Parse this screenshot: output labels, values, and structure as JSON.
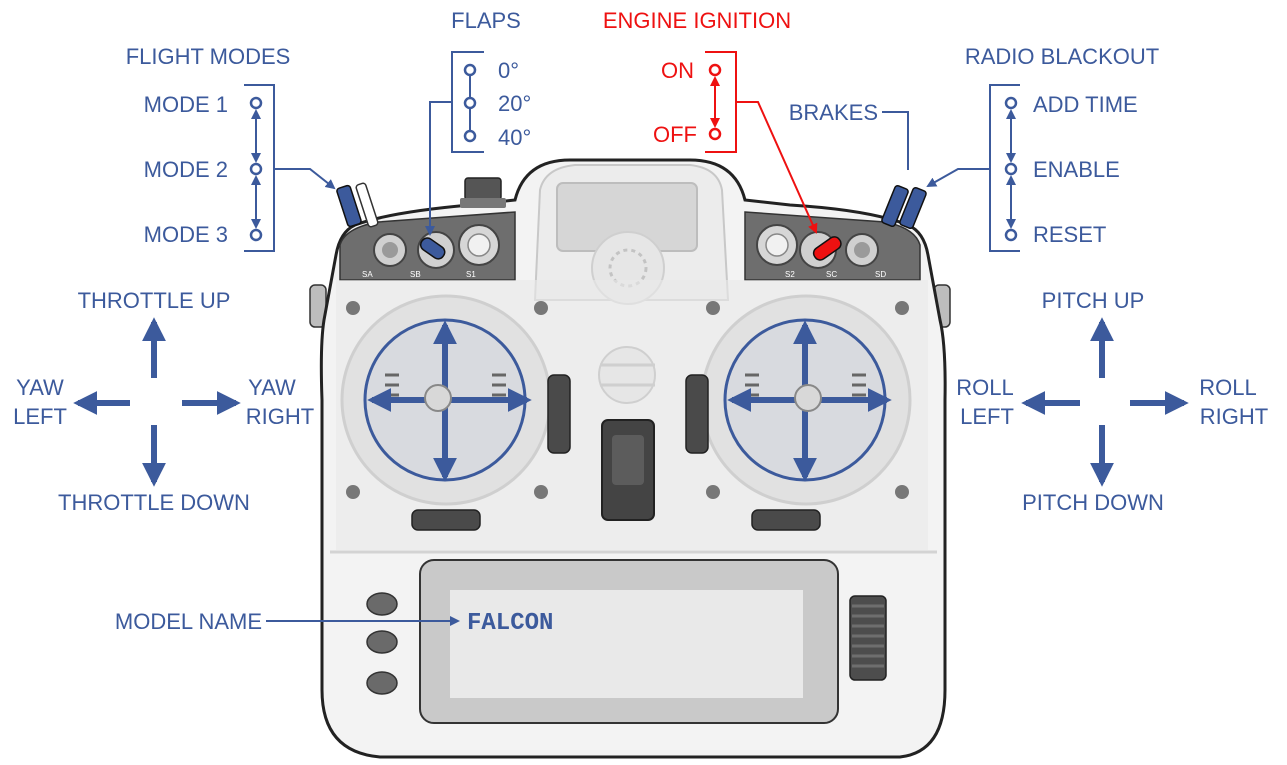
{
  "colors": {
    "accent": "#3c5a9c",
    "ignition": "#ee1111",
    "body": "#f3f3f3",
    "outline": "#222222",
    "screen_frame": "#c9c9c9",
    "screen": "#e9e9e9"
  },
  "flight_modes": {
    "title": "FLIGHT MODES",
    "items": [
      "MODE 1",
      "MODE 2",
      "MODE 3"
    ]
  },
  "flaps": {
    "title": "FLAPS",
    "items": [
      "0°",
      "20°",
      "40°"
    ]
  },
  "engine_ignition": {
    "title": "ENGINE IGNITION",
    "on": "ON",
    "off": "OFF"
  },
  "radio_blackout": {
    "title": "RADIO BLACKOUT",
    "items": [
      "ADD TIME",
      "ENABLE",
      "RESET"
    ]
  },
  "brakes": {
    "label": "BRAKES"
  },
  "left_stick": {
    "up": "THROTTLE UP",
    "down": "THROTTLE DOWN",
    "left": [
      "YAW",
      "LEFT"
    ],
    "right": [
      "YAW",
      "RIGHT"
    ]
  },
  "right_stick": {
    "up": "PITCH UP",
    "down": "PITCH DOWN",
    "left": [
      "ROLL",
      "LEFT"
    ],
    "right": [
      "ROLL",
      "RIGHT"
    ]
  },
  "model": {
    "label": "MODEL NAME",
    "name": "FALCON"
  },
  "switch_labels": {
    "sa": "SA",
    "sb": "SB",
    "s1": "S1",
    "s2": "S2",
    "sc": "SC",
    "sd": "SD"
  }
}
